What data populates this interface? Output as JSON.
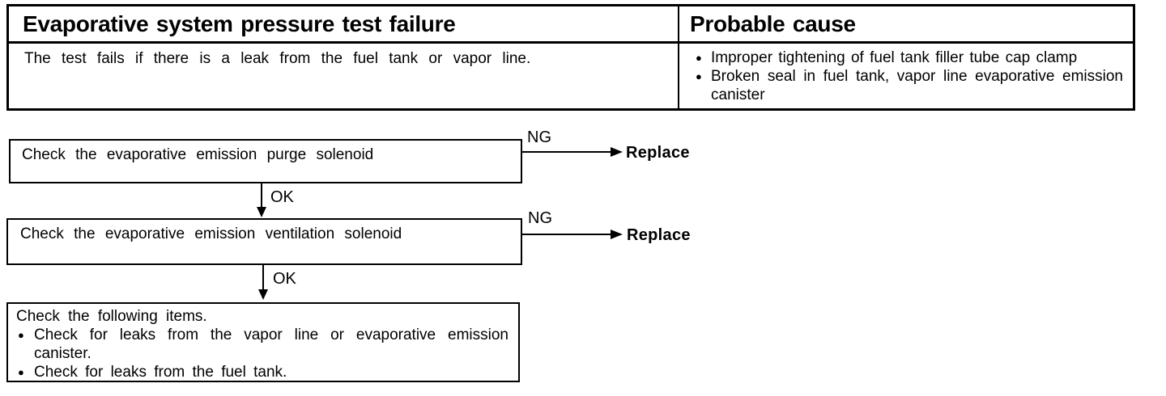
{
  "colors": {
    "ink": "#000000",
    "paper": "#ffffff"
  },
  "icons": {
    "bullet": "●"
  },
  "table": {
    "header": {
      "failure": "Evaporative system pressure test failure",
      "cause": "Probable cause"
    },
    "failure_description": "The test fails if there is a leak from the fuel tank or vapor line.",
    "probable_causes": [
      "Improper tightening of fuel tank filler tube cap clamp",
      "Broken seal in fuel tank, vapor line evaporative emission canister"
    ]
  },
  "flowchart": {
    "steps": [
      {
        "label": "Check the evaporative emission purge solenoid",
        "fail_label": "NG",
        "fail_action": "Replace",
        "pass_label": "OK"
      },
      {
        "label": "Check the evaporative emission ventilation solenoid",
        "fail_label": "NG",
        "fail_action": "Replace",
        "pass_label": "OK"
      },
      {
        "title": "Check the following items.",
        "checks": [
          "Check for leaks from the vapor line or evaporative emission canister.",
          "Check for leaks from the fuel tank."
        ]
      }
    ]
  }
}
